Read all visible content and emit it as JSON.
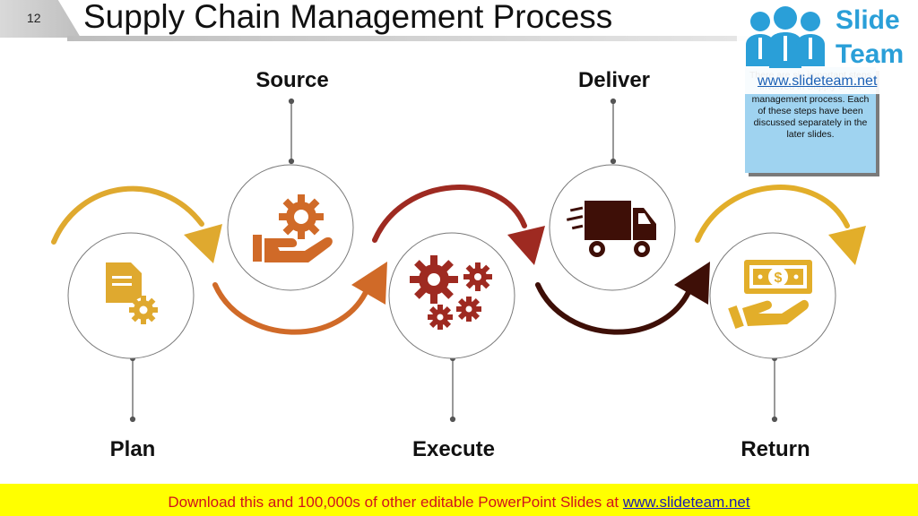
{
  "slide_number": "12",
  "title": "Supply Chain Management Process",
  "steps": {
    "plan": "Plan",
    "source": "Source",
    "execute": "Execute",
    "deliver": "Deliver",
    "return": "Return"
  },
  "note": "There are six important steps involved in Supply chain management process. Each of these steps have been discussed separately in the later slides.",
  "logo": {
    "line1": "Slide",
    "line2": "Team",
    "url": "www.slideteam.net"
  },
  "footer": {
    "text": "Download this and 100,000s of other editable PowerPoint Slides at ",
    "link": "www.slideteam.net"
  },
  "colors": {
    "plan": "#dfa92f",
    "source": "#d06a28",
    "execute": "#9e2a21",
    "deliver": "#3e0f07",
    "return": "#e2ae2a",
    "footer_bg": "#ffff00",
    "footer_text": "#d1121c",
    "note_bg": "#9fd3f0"
  },
  "icons": {
    "plan": "document-gear-icon",
    "source": "hand-gear-icon",
    "execute": "gears-icon",
    "deliver": "delivery-truck-icon",
    "return": "hand-money-icon"
  }
}
